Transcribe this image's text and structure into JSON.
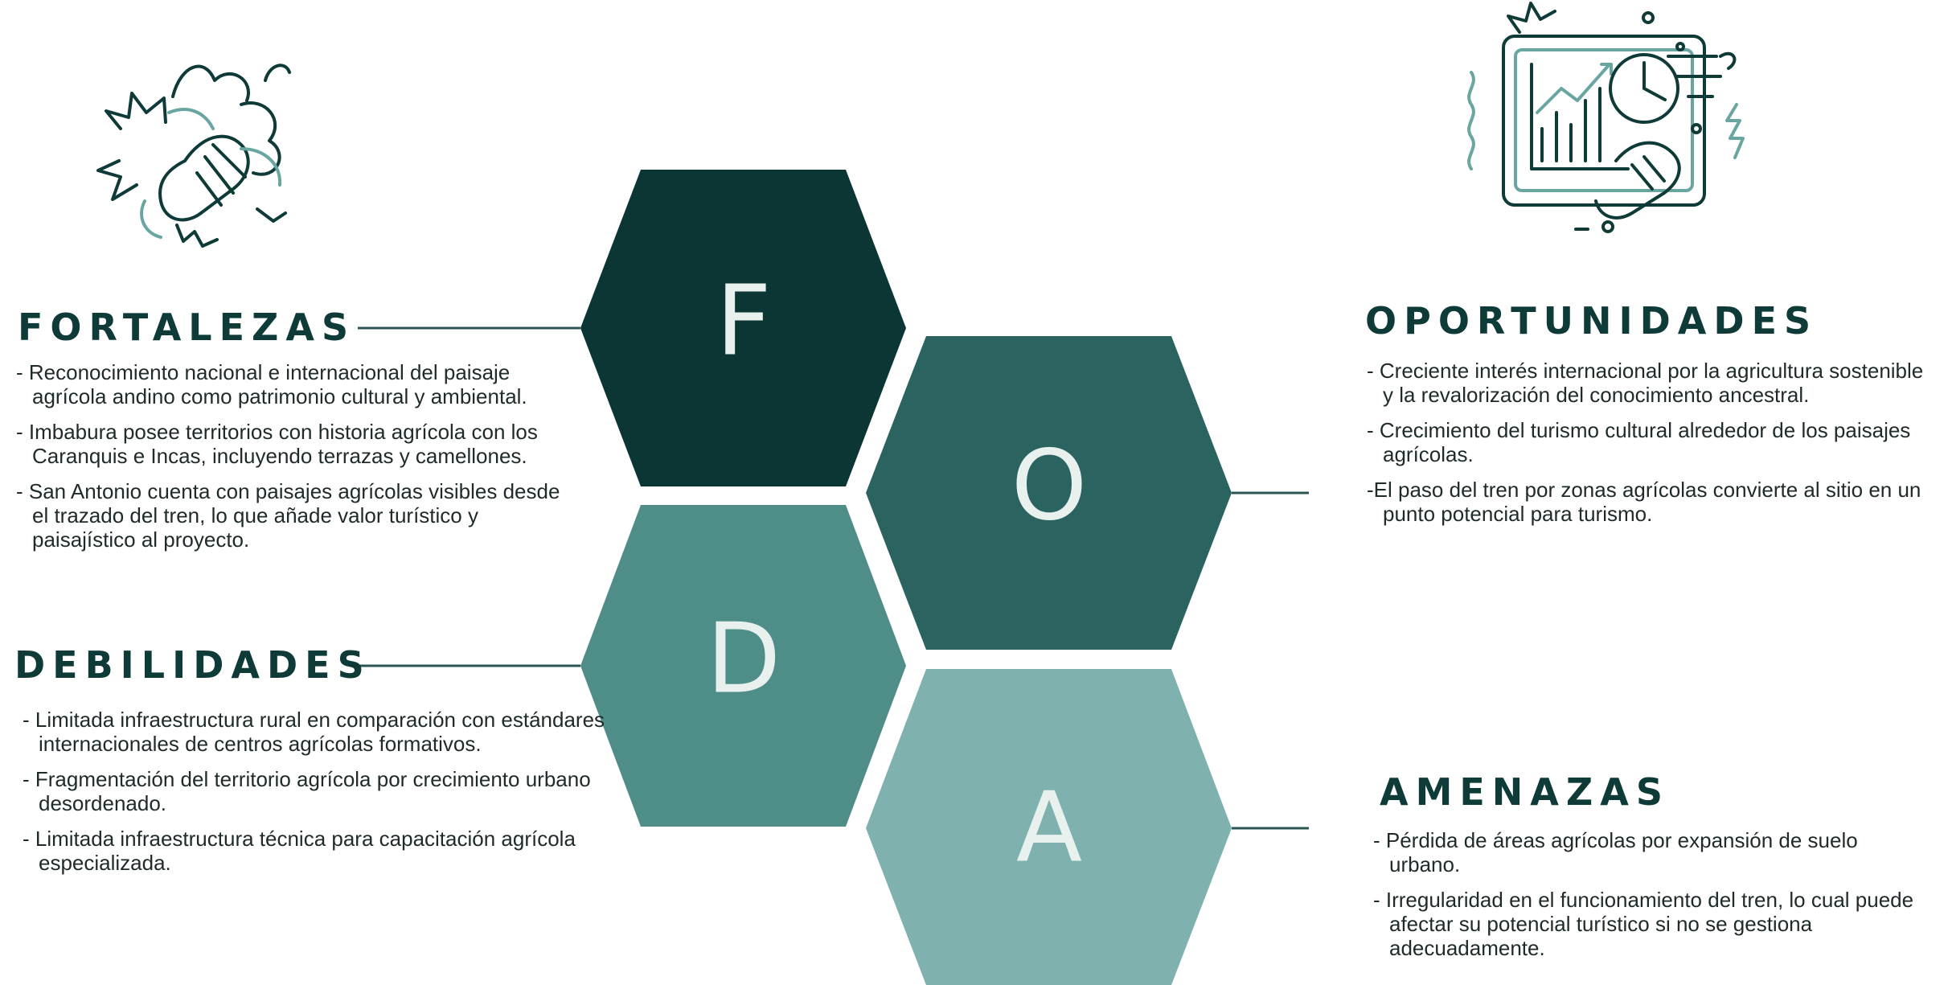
{
  "colors": {
    "hex_f": "#0b3634",
    "hex_o": "#2b6361",
    "hex_d": "#4f8d89",
    "hex_a": "#7fb2ae",
    "line": "#2b5553",
    "heading": "#0e3a38",
    "icon_stroke": "#0e3a38",
    "icon_accent": "#6aa6a1"
  },
  "icons": {
    "fortalezas": "clasped-hands-icon",
    "oportunidades": "growth-chart-dashboard-icon"
  },
  "hexagons": {
    "f": {
      "letter": "F"
    },
    "o": {
      "letter": "O"
    },
    "d": {
      "letter": "D"
    },
    "a": {
      "letter": "A"
    }
  },
  "fortalezas": {
    "title": "FORTALEZAS",
    "items": [
      "- Reconocimiento nacional e internacional del paisaje agrícola andino como patrimonio cultural y ambiental.",
      "- Imbabura posee territorios con historia agrícola con los Caranquis e Incas, incluyendo terrazas y camellones.",
      "- San Antonio cuenta con paisajes agrícolas visibles desde el trazado del tren, lo que añade valor turístico y paisajístico al proyecto."
    ]
  },
  "debilidades": {
    "title": "DEBILIDADES",
    "items": [
      "- Limitada infraestructura rural en comparación con estándares internacionales de centros agrícolas formativos.",
      "- Fragmentación del territorio agrícola por crecimiento urbano desordenado.",
      "- Limitada infraestructura técnica para capacitación agrícola especializada."
    ]
  },
  "oportunidades": {
    "title": "OPORTUNIDADES",
    "items": [
      "- Creciente interés internacional por la agricultura sostenible y la revalorización del conocimiento ancestral.",
      "- Crecimiento del turismo cultural alrededor de los paisajes agrícolas.",
      "-El paso del tren por zonas agrícolas convierte al sitio en un punto potencial para turismo."
    ]
  },
  "amenazas": {
    "title": "AMENAZAS",
    "items": [
      "- Pérdida de áreas agrícolas por expansión de suelo urbano.",
      "- Irregularidad en el funcionamiento del tren, lo cual puede afectar su potencial turístico si no se gestiona adecuadamente."
    ]
  }
}
